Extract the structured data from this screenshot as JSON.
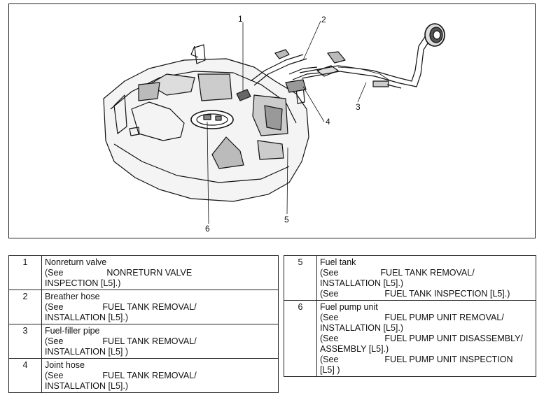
{
  "callouts": [
    "1",
    "2",
    "3",
    "4",
    "5",
    "6"
  ],
  "parts_left": [
    {
      "num": "1",
      "name": "Nonreturn valve",
      "refs": [
        {
          "pre": "(See",
          "title": "NONRETURN VALVE",
          "rest": "INSPECTION [L5].)"
        }
      ]
    },
    {
      "num": "2",
      "name": "Breather hose",
      "refs": [
        {
          "pre": "(See",
          "title": "FUEL TANK REMOVAL/",
          "rest": "INSTALLATION [L5].)"
        }
      ]
    },
    {
      "num": "3",
      "name": "Fuel-filler pipe",
      "refs": [
        {
          "pre": "(See",
          "title": "FUEL TANK REMOVAL/",
          "rest": "INSTALLATION [L5] )"
        }
      ]
    },
    {
      "num": "4",
      "name": "Joint hose",
      "refs": [
        {
          "pre": "(See",
          "title": "FUEL TANK REMOVAL/",
          "rest": "INSTALLATION [L5].)"
        }
      ]
    }
  ],
  "parts_right": [
    {
      "num": "5",
      "name": "Fuel tank",
      "refs": [
        {
          "pre": "(See",
          "title": "FUEL TANK REMOVAL/",
          "rest": "INSTALLATION [L5].)"
        },
        {
          "pre": "(See",
          "title": "FUEL TANK INSPECTION [L5].)",
          "rest": ""
        }
      ]
    },
    {
      "num": "6",
      "name": "Fuel pump unit",
      "refs": [
        {
          "pre": "(See",
          "title": "FUEL PUMP UNIT REMOVAL/",
          "rest": "INSTALLATION [L5].)"
        },
        {
          "pre": "(See",
          "title": "FUEL PUMP UNIT DISASSEMBLY/",
          "rest": "ASSEMBLY [L5].)"
        },
        {
          "pre": "(See",
          "title": "FUEL PUMP UNIT INSPECTION",
          "rest": "[L5] )"
        }
      ]
    }
  ]
}
